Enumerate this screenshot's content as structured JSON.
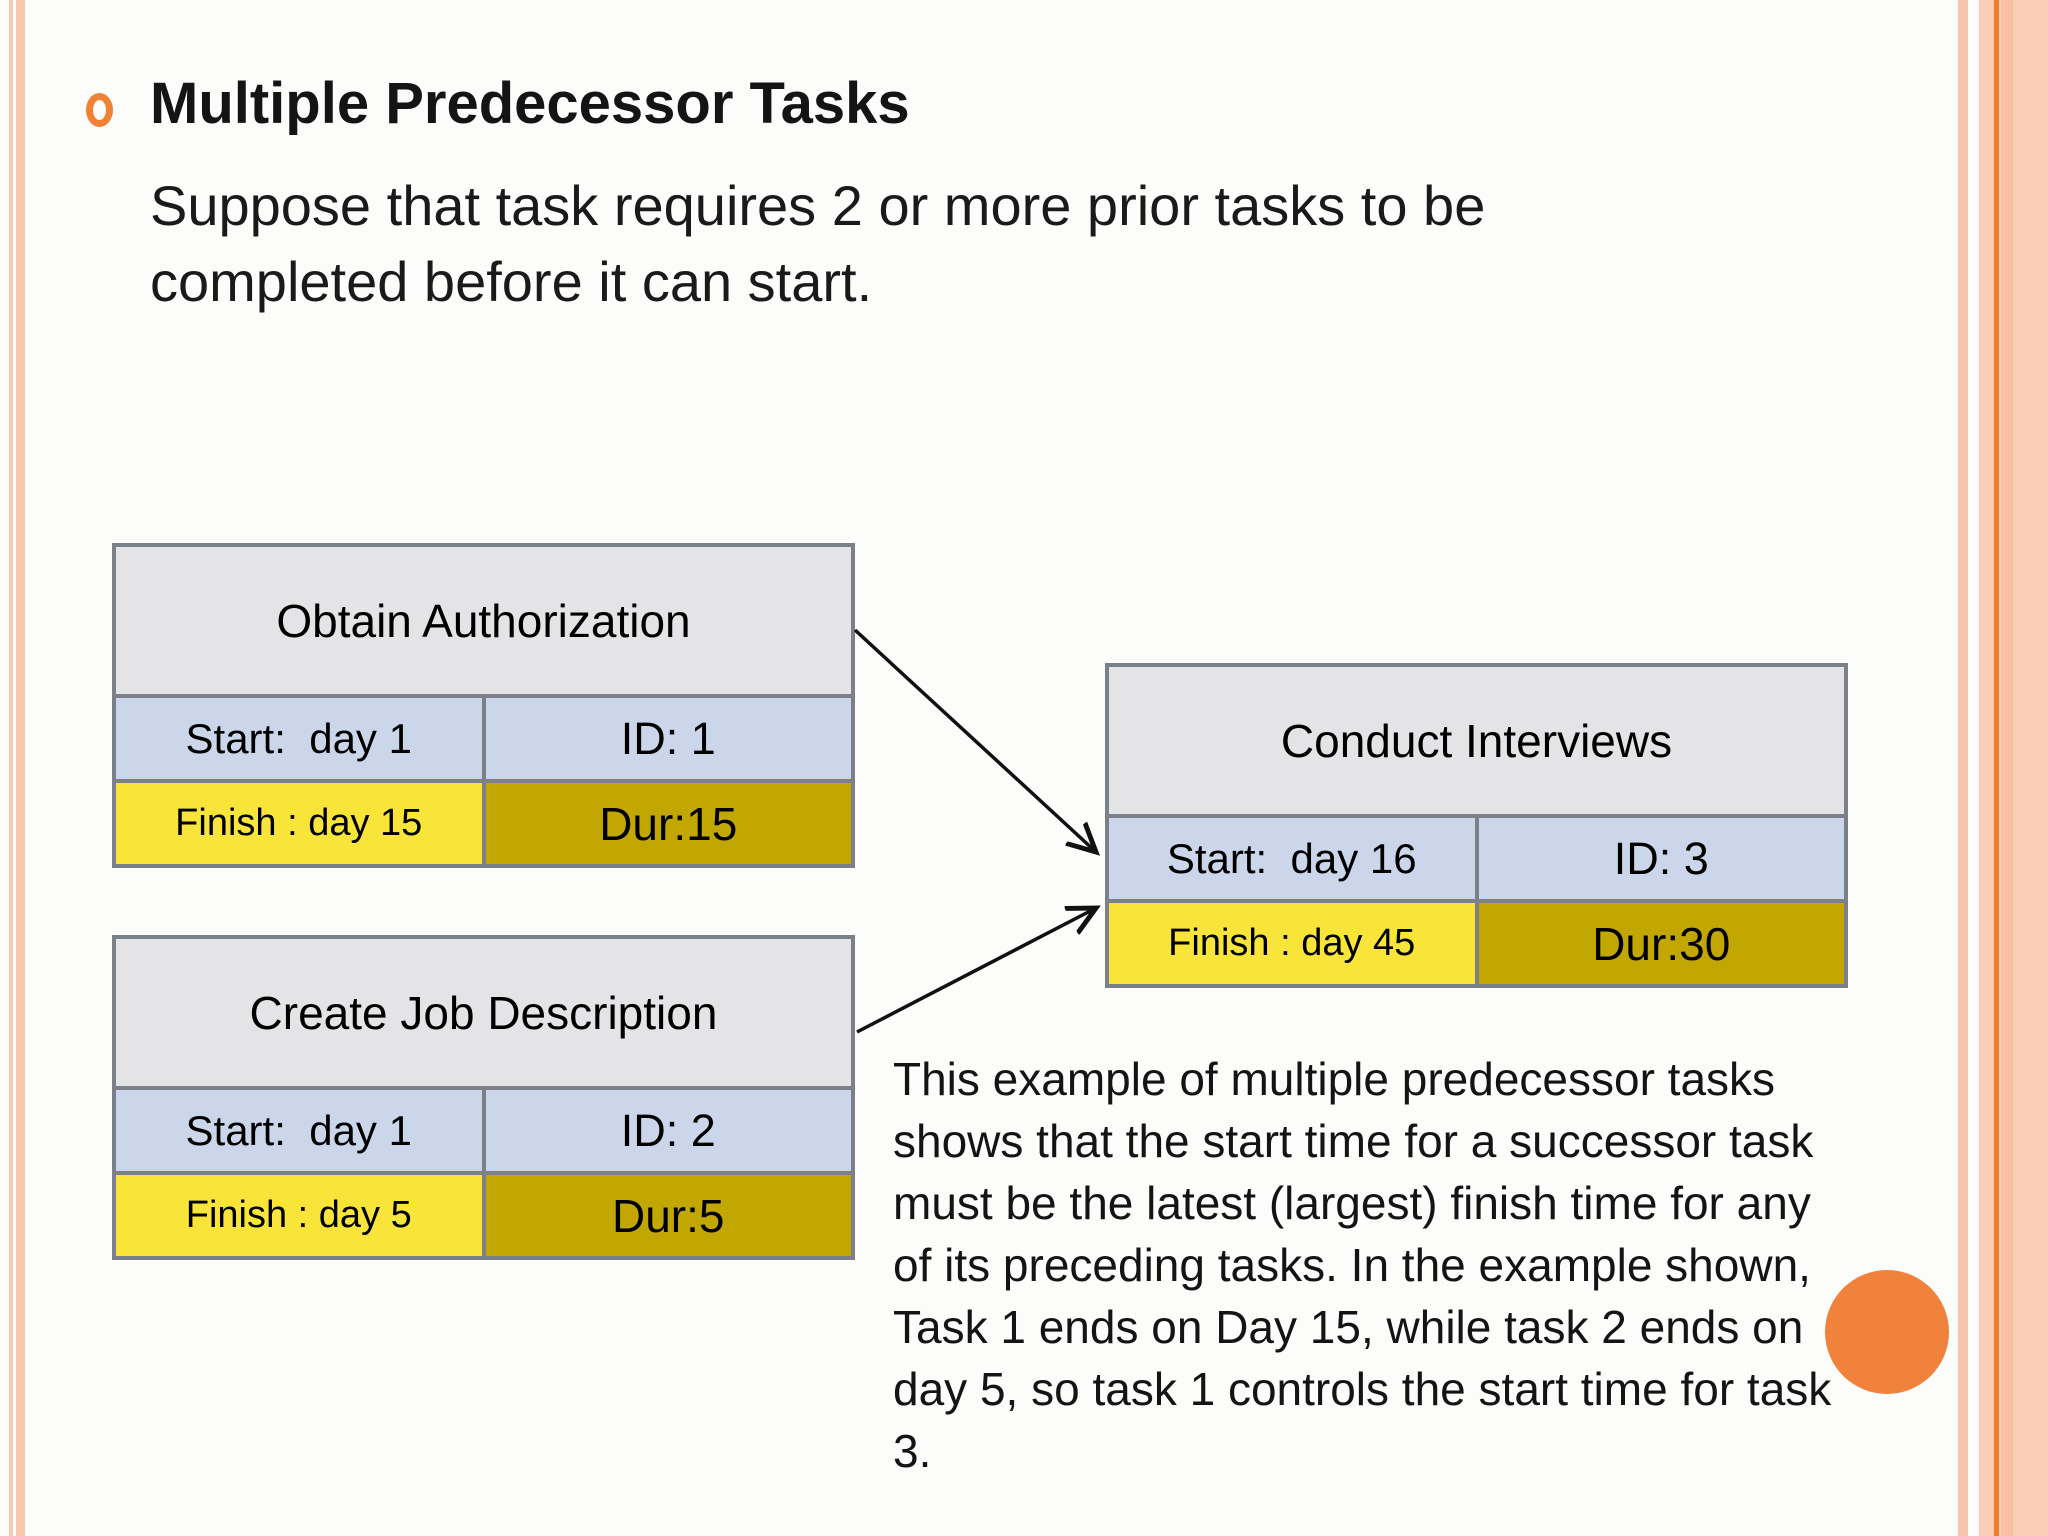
{
  "slide": {
    "title": "Multiple Predecessor Tasks",
    "intro_line1": "Suppose that task requires 2 or more prior tasks to be",
    "intro_line2": "completed before it can start."
  },
  "tasks": [
    {
      "title": "Obtain Authorization",
      "start_label": "Start:  day 1",
      "id_label": "ID: 1",
      "finish_label": "Finish : day 15",
      "dur_label": "Dur:15"
    },
    {
      "title": "Create Job Description",
      "start_label": "Start:  day 1",
      "id_label": "ID: 2",
      "finish_label": "Finish : day 5",
      "dur_label": "Dur:5"
    },
    {
      "title": "Conduct Interviews",
      "start_label": "Start:  day 16",
      "id_label": "ID: 3",
      "finish_label": "Finish : day 45",
      "dur_label": "Dur:30"
    }
  ],
  "paragraph": {
    "lines": [
      "This example of multiple predecessor tasks",
      "shows that the start time for a successor task",
      "must be the latest (largest) finish time for any",
      "of its preceding tasks. In the example shown,",
      "Task 1 ends on Day 15, while task 2 ends on",
      "day 5, so task 1 controls the start time for task",
      "3."
    ]
  },
  "colors": {
    "accent_orange": "#f0823c",
    "bullet_orange": "#f08236",
    "stripe_salmon": "#f7c7ae",
    "stripe_band_peach": "#fccdb5",
    "stripe_orange_line": "#ee7c2d",
    "box_border_gray": "#7c8088",
    "header_gray": "#e4e4e7",
    "row_blue": "#ccd6ea",
    "row_yellow": "#f9e53a",
    "row_gold": "#c2a702"
  }
}
